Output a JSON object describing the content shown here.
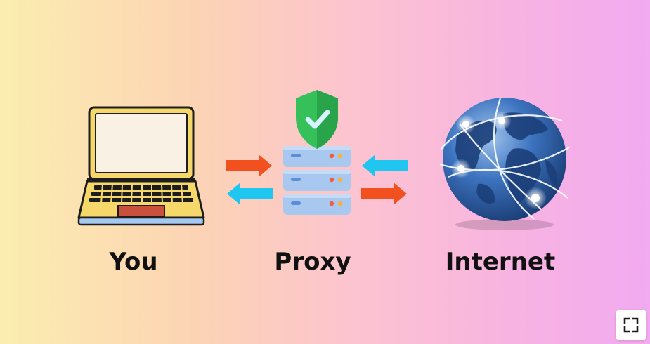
{
  "diagram": {
    "nodes": [
      {
        "id": "you",
        "label": "You",
        "icon": "laptop-icon"
      },
      {
        "id": "proxy",
        "label": "Proxy",
        "icon": "server-shield-icon"
      },
      {
        "id": "internet",
        "label": "Internet",
        "icon": "globe-icon"
      }
    ],
    "edges": [
      {
        "from": "you",
        "to": "proxy",
        "icon": "bidirectional-arrows-icon"
      },
      {
        "from": "proxy",
        "to": "internet",
        "icon": "bidirectional-arrows-icon"
      }
    ]
  },
  "controls": {
    "fullscreen_icon": "fullscreen-icon"
  },
  "colors": {
    "arrow_red": "#f2511f",
    "arrow_cyan": "#1fc6ef",
    "server_blue": "#a9c8ef",
    "shield_green": "#36c05a",
    "laptop_yellow": "#f6d86a",
    "globe_blue": "#2a5ea8"
  }
}
